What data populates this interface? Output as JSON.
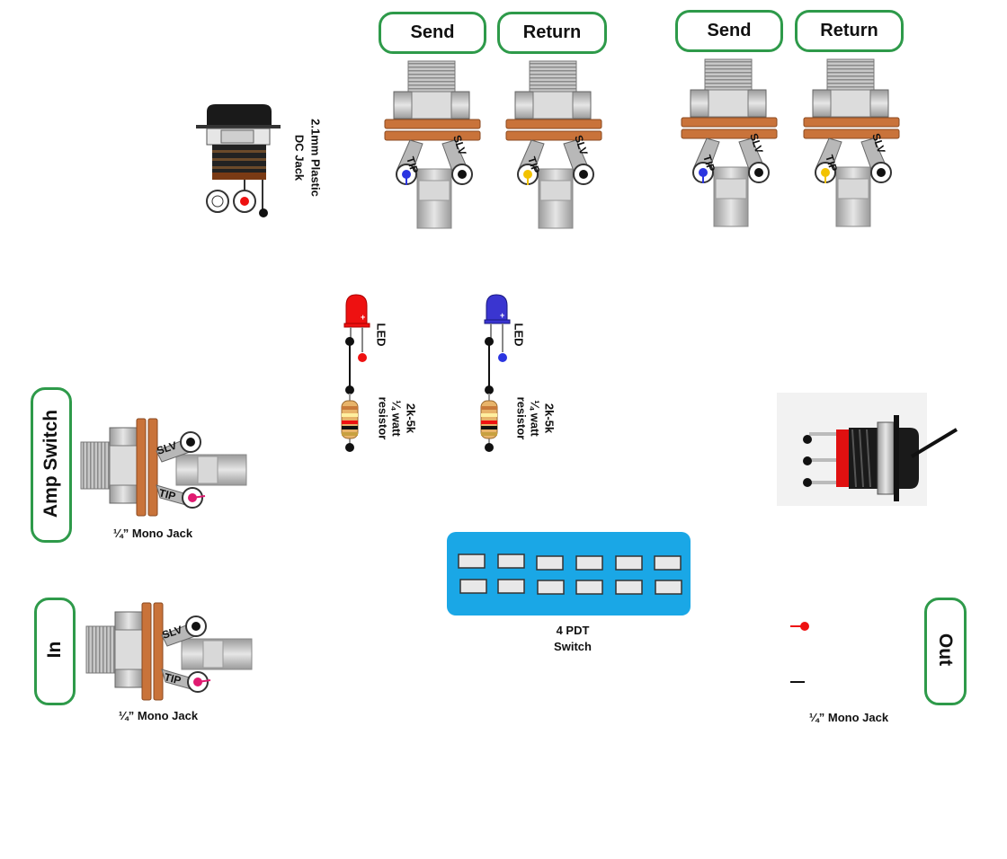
{
  "loop1": {
    "send": "Send",
    "return": "Return"
  },
  "loop2": {
    "send": "Send",
    "return": "Return"
  },
  "dc_jack": {
    "line1": "2.1mm Plastic",
    "line2": "DC Jack"
  },
  "led1": {
    "label": "LED",
    "plus": "+"
  },
  "led2": {
    "label": "LED",
    "plus": "+"
  },
  "resistor1": {
    "line1": "2k-5k",
    "line2": "¼ watt",
    "line3": "resistor"
  },
  "resistor2": {
    "line1": "2k-5k",
    "line2": "¼ watt",
    "line3": "resistor"
  },
  "amp_switch": {
    "title": "Amp Switch",
    "caption": "¼” Mono Jack"
  },
  "input_jack": {
    "title": "In",
    "caption": "¼” Mono Jack"
  },
  "output_jack": {
    "title": "Out",
    "caption": "¼” Mono Jack"
  },
  "switch4pdt": {
    "line1": "4 PDT",
    "line2": "Switch"
  },
  "lug_labels": {
    "tip": "TIP",
    "sleeve": "SLV"
  },
  "colors": {
    "border_green": "#2e9a4a",
    "copper": "#c9733a",
    "blue_dot": "#2b35e0",
    "yellow_dot": "#f2c200",
    "red_dot": "#ee1111",
    "pink_dot": "#e01a70",
    "switch_blue": "#1aa7e6"
  }
}
